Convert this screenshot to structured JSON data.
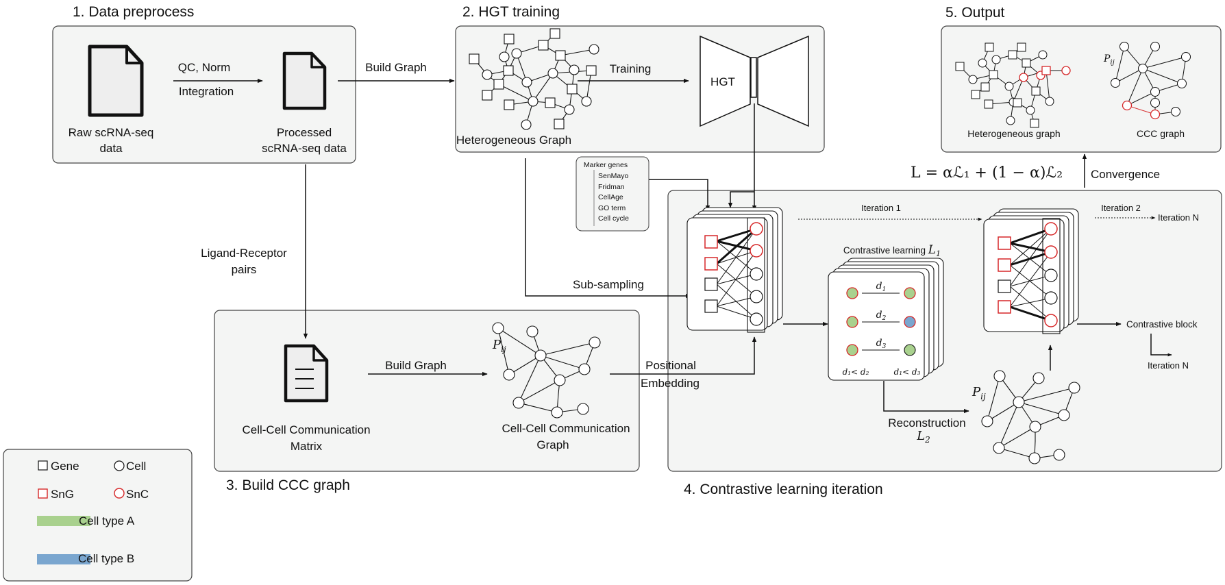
{
  "sections": {
    "s1": "1. Data preprocess",
    "s2": "2. HGT training",
    "s3": "3. Build CCC graph",
    "s4": "4. Contrastive learning iteration",
    "s5": "5. Output"
  },
  "preprocess": {
    "raw_line1": "Raw scRNA-seq",
    "raw_line2": "data",
    "qc": "QC, Norm",
    "integration": "Integration",
    "proc_line1": "Processed",
    "proc_line2": "scRNA-seq data"
  },
  "hgt": {
    "build_graph": "Build Graph",
    "training": "Training",
    "model": "HGT",
    "hetero_graph": "Heterogeneous Graph"
  },
  "markers": {
    "title": "Marker genes",
    "items": [
      "SenMayo",
      "Fridman",
      "CellAge",
      "GO term",
      "Cell cycle"
    ]
  },
  "ccc": {
    "lr_line1": "Ligand-Receptor",
    "lr_line2": "pairs",
    "matrix_line1": "Cell-Cell Communication",
    "matrix_line2": "Matrix",
    "build_graph": "Build Graph",
    "graph_line1": "Cell-Cell Communication",
    "graph_line2": "Graph",
    "pij": "P",
    "pij_sub": "ij"
  },
  "contrastive": {
    "subsampling": "Sub-sampling",
    "pos_line1": "Positional",
    "pos_line2": "Embedding",
    "iteration1": "Iteration 1",
    "iteration2": "Iteration 2",
    "iterationN_top": "Iteration N",
    "iterationN_bottom": "Iteration N",
    "cl_title": "Contrastive learning",
    "cl_loss": "L",
    "cl_loss_sub": "1",
    "d1": "d",
    "d1_sub": "1",
    "d2": "d",
    "d2_sub": "2",
    "d3": "d",
    "d3_sub": "3",
    "ineq1": "d₁< d₂",
    "ineq2": "d₁< d₃",
    "reconstruction": "Reconstruction",
    "recon_loss": "L",
    "recon_loss_sub": "2",
    "contrastive_block": "Contrastive block"
  },
  "output": {
    "hetero_graph": "Heterogeneous graph",
    "ccc_graph": "CCC graph",
    "formula": "L = αℒ₁ + (1 − α)ℒ₂",
    "convergence": "Convergence"
  },
  "legend": {
    "gene": "Gene",
    "cell": "Cell",
    "sng": "SnG",
    "snc": "SnC",
    "type_a": "Cell type A",
    "type_b": "Cell type B"
  },
  "colors": {
    "panel_bg": "#f4f5f4",
    "panel_border": "#444444",
    "senescent": "#d62728",
    "cell_type_a": "#a9d18e",
    "cell_type_b": "#7aa6cf"
  }
}
